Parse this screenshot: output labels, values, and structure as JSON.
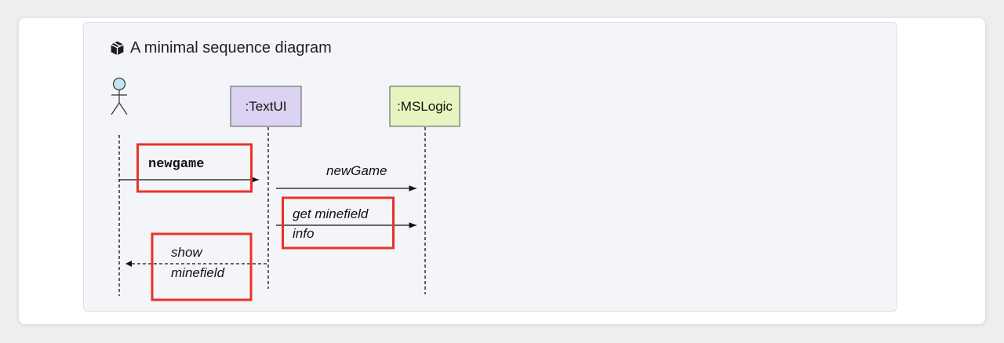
{
  "heading": {
    "title": "A minimal sequence diagram",
    "icon": "box-icon"
  },
  "diagram": {
    "actor": {
      "icon": "actor-stick-figure-icon"
    },
    "participants": [
      {
        "label": ":TextUI",
        "color": "#dcd3f2"
      },
      {
        "label": ":MSLogic",
        "color": "#e6f5c0"
      }
    ],
    "messages": [
      {
        "label": "newgame",
        "style": "bold-monospace"
      },
      {
        "label": "newGame",
        "style": "italic"
      },
      {
        "label_line1": "get minefield",
        "label_line2": "info",
        "style": "italic"
      },
      {
        "label_line1": "show",
        "label_line2": "minefield",
        "style": "italic-dashed-return"
      }
    ],
    "highlight_color": "#e8322a"
  }
}
